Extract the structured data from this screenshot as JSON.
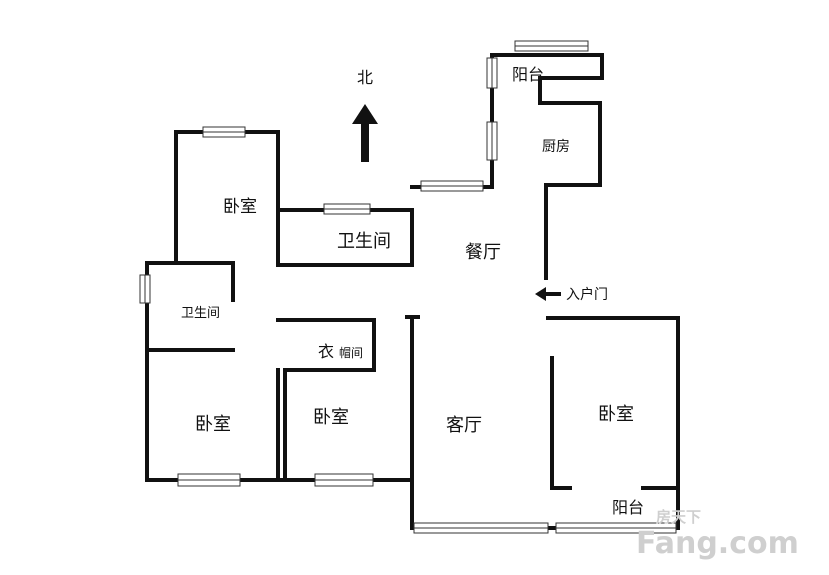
{
  "rooms": {
    "north": "北",
    "balcony_top": "阳台",
    "kitchen": "厨房",
    "bedroom_nw": "卧室",
    "bathroom_main": "卫生间",
    "dining": "餐厅",
    "entrance": "入户门",
    "bathroom_small": "卫生间",
    "cloakroom_a": "衣",
    "cloakroom_b": "帽间",
    "bedroom_sw": "卧室",
    "bedroom_s": "卧室",
    "living": "客厅",
    "bedroom_e": "卧室",
    "balcony_bottom": "阳台"
  },
  "watermark": {
    "brand_cn": "房天下",
    "brand_en": "Fang.com"
  }
}
